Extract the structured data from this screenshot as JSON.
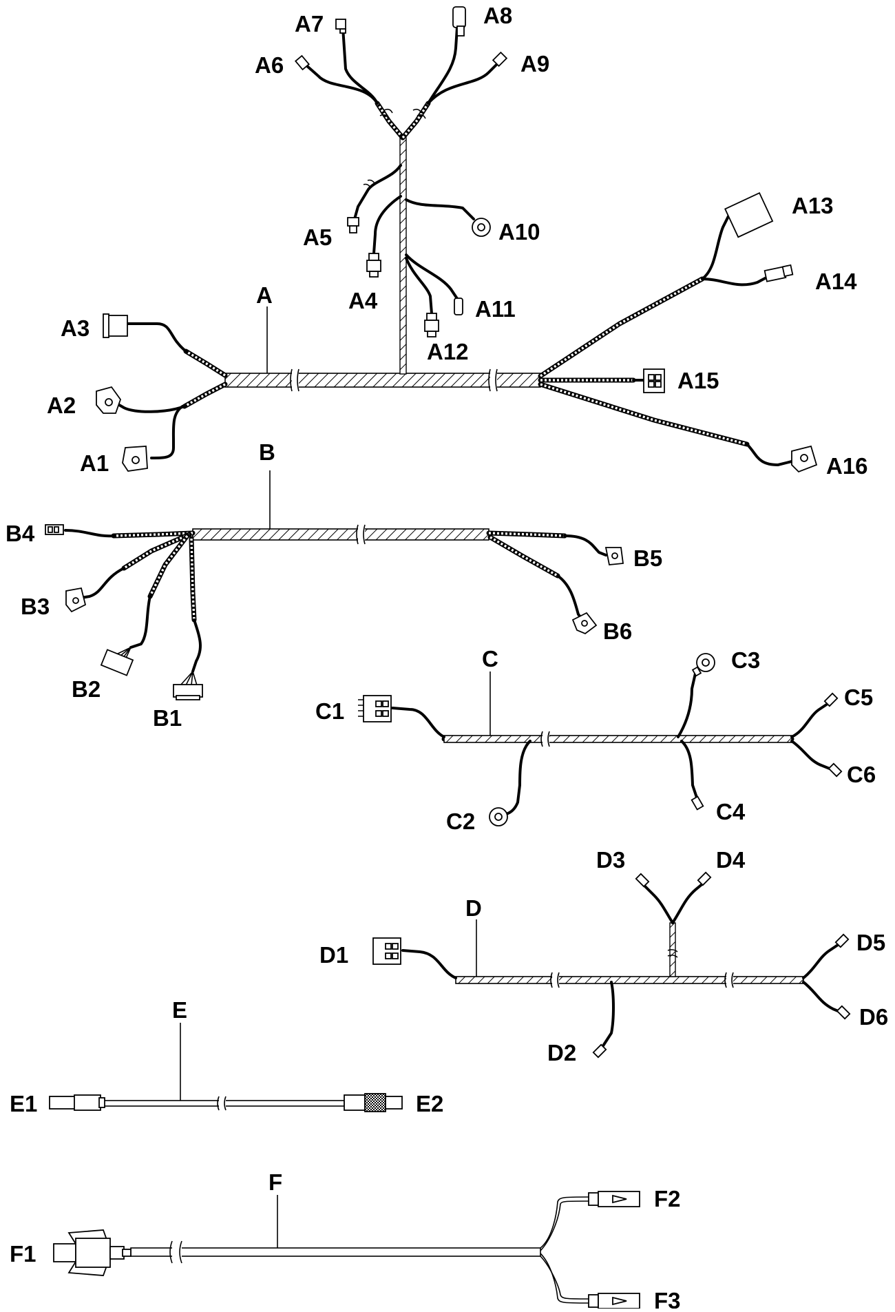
{
  "harnesses": [
    {
      "id": "A",
      "label": "A",
      "connectors": [
        "A1",
        "A2",
        "A3",
        "A4",
        "A5",
        "A6",
        "A7",
        "A8",
        "A9",
        "A10",
        "A11",
        "A12",
        "A13",
        "A14",
        "A15",
        "A16"
      ]
    },
    {
      "id": "B",
      "label": "B",
      "connectors": [
        "B1",
        "B2",
        "B3",
        "B4",
        "B5",
        "B6"
      ]
    },
    {
      "id": "C",
      "label": "C",
      "connectors": [
        "C1",
        "C2",
        "C3",
        "C4",
        "C5",
        "C6"
      ]
    },
    {
      "id": "D",
      "label": "D",
      "connectors": [
        "D1",
        "D2",
        "D3",
        "D4",
        "D5",
        "D6"
      ]
    },
    {
      "id": "E",
      "label": "E",
      "connectors": [
        "E1",
        "E2"
      ]
    },
    {
      "id": "F",
      "label": "F",
      "connectors": [
        "F1",
        "F2",
        "F3"
      ]
    }
  ],
  "labels": {
    "A": "A",
    "A1": "A1",
    "A2": "A2",
    "A3": "A3",
    "A4": "A4",
    "A5": "A5",
    "A6": "A6",
    "A7": "A7",
    "A8": "A8",
    "A9": "A9",
    "A10": "A10",
    "A11": "A11",
    "A12": "A12",
    "A13": "A13",
    "A14": "A14",
    "A15": "A15",
    "A16": "A16",
    "B": "B",
    "B1": "B1",
    "B2": "B2",
    "B3": "B3",
    "B4": "B4",
    "B5": "B5",
    "B6": "B6",
    "C": "C",
    "C1": "C1",
    "C2": "C2",
    "C3": "C3",
    "C4": "C4",
    "C5": "C5",
    "C6": "C6",
    "D": "D",
    "D1": "D1",
    "D2": "D2",
    "D3": "D3",
    "D4": "D4",
    "D5": "D5",
    "D6": "D6",
    "E": "E",
    "E1": "E1",
    "E2": "E2",
    "F": "F",
    "F1": "F1",
    "F2": "F2",
    "F3": "F3"
  }
}
